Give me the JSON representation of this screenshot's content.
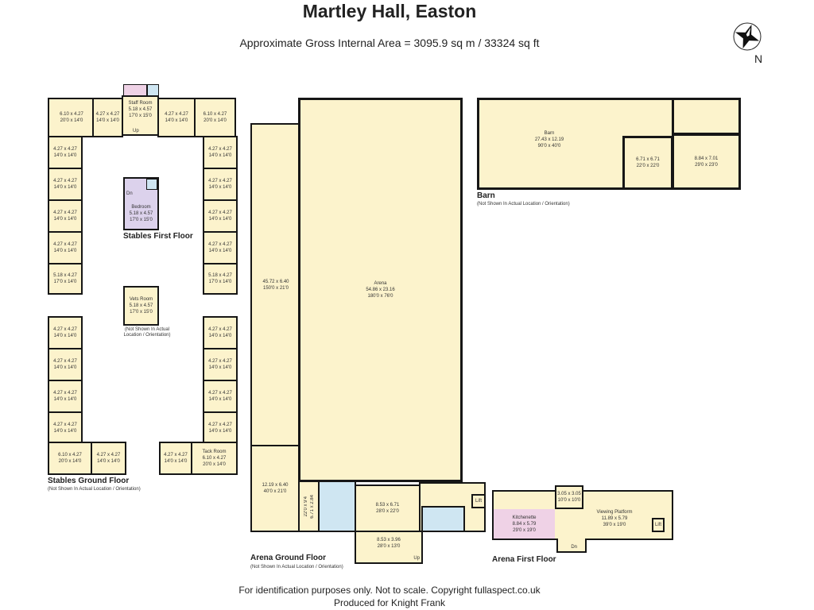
{
  "title": "Martley Hall, Easton",
  "subtitle": "Approximate Gross Internal Area = 3095.9 sq m / 33324 sq ft",
  "compass_label": "N",
  "footer": {
    "line1": "For identification purposes only. Not to scale. Copyright fullaspect.co.uk",
    "line2": "Produced for Knight Frank"
  },
  "colors": {
    "room_fill": "#fcf3cc",
    "bathroom": "#cfe6f2",
    "kitchen": "#efd2e6",
    "bedroom": "#dcd2ec",
    "walls": "#161616"
  },
  "stables_first": {
    "label": "Stables First Floor",
    "top": [
      {
        "name": "",
        "m": "6.10 x 4.27",
        "f": "20'0 x 14'0"
      },
      {
        "name": "",
        "m": "4.27 x 4.27",
        "f": "14'0 x 14'0"
      },
      {
        "name": "Staff Room",
        "m": "5.18 x 4.57",
        "f": "17'0 x 15'0"
      },
      {
        "name": "",
        "m": "4.27 x 4.27",
        "f": "14'0 x 14'0"
      },
      {
        "name": "",
        "m": "6.10 x 4.27",
        "f": "20'0 x 14'0"
      }
    ],
    "left": [
      {
        "m": "4.27 x 4.27",
        "f": "14'0 x 14'0"
      },
      {
        "m": "4.27 x 4.27",
        "f": "14'0 x 14'0"
      },
      {
        "m": "4.27 x 4.27",
        "f": "14'0 x 14'0"
      },
      {
        "m": "4.27 x 4.27",
        "f": "14'0 x 14'0"
      },
      {
        "m": "5.18 x 4.27",
        "f": "17'0 x 14'0"
      }
    ],
    "right": [
      {
        "m": "4.27 x 4.27",
        "f": "14'0 x 14'0"
      },
      {
        "m": "4.27 x 4.27",
        "f": "14'0 x 14'0"
      },
      {
        "m": "4.27 x 4.27",
        "f": "14'0 x 14'0"
      },
      {
        "m": "4.27 x 4.27",
        "f": "14'0 x 14'0"
      },
      {
        "m": "5.18 x 4.27",
        "f": "17'0 x 14'0"
      }
    ],
    "bedroom": {
      "name": "Bedroom",
      "m": "5.18 x 4.57",
      "f": "17'0 x 15'0",
      "stair": "Dn"
    },
    "staff_stair": "Up"
  },
  "vets": {
    "name": "Vets Room",
    "m": "5.18 x 4.57",
    "f": "17'0 x 15'0",
    "note": "(Not Shown In Actual Location / Orientation)"
  },
  "stables_ground": {
    "label": "Stables Ground Floor",
    "note": "(Not Shown In Actual Location / Orientation)",
    "left": [
      {
        "m": "4.27 x 4.27",
        "f": "14'0 x 14'0"
      },
      {
        "m": "4.27 x 4.27",
        "f": "14'0 x 14'0"
      },
      {
        "m": "4.27 x 4.27",
        "f": "14'0 x 14'0"
      },
      {
        "m": "4.27 x 4.27",
        "f": "14'0 x 14'0"
      }
    ],
    "right": [
      {
        "m": "4.27 x 4.27",
        "f": "14'0 x 14'0"
      },
      {
        "m": "4.27 x 4.27",
        "f": "14'0 x 14'0"
      },
      {
        "m": "4.27 x 4.27",
        "f": "14'0 x 14'0"
      },
      {
        "m": "4.27 x 4.27",
        "f": "14'0 x 14'0"
      }
    ],
    "bottom": [
      {
        "name": "",
        "m": "6.10 x 4.27",
        "f": "20'0 x 14'0"
      },
      {
        "name": "",
        "m": "4.27 x 4.27",
        "f": "14'0 x 14'0"
      },
      {
        "name": "",
        "m": "4.27 x 4.27",
        "f": "14'0 x 14'0"
      },
      {
        "name": "Tack Room",
        "m": "6.10 x 4.27",
        "f": "20'0 x 14'0"
      }
    ]
  },
  "arena_ground": {
    "label": "Arena Ground Floor",
    "note": "(Not Shown In Actual Location / Orientation)",
    "corridor": {
      "m": "45.72 x 6.40",
      "f": "150'0 x 21'0"
    },
    "arena": {
      "name": "Arena",
      "m": "54.86 x 23.16",
      "f": "180'0 x 76'0"
    },
    "store": {
      "m": "12.19 x 6.40",
      "f": "40'0 x 21'0"
    },
    "passage": {
      "m": "6.71 x 2.84",
      "f": "22'0 x 9'4"
    },
    "hall": {
      "m": "8.53 x 6.71",
      "f": "28'0 x 22'0"
    },
    "entrance": {
      "m": "8.53 x 3.96",
      "f": "28'0 x 13'0"
    },
    "lift": "Lift",
    "stair": "Up"
  },
  "barn": {
    "label": "Barn",
    "note": "(Not Shown In Actual Location / Orientation)",
    "main": {
      "name": "Barn",
      "m": "27.43 x 12.19",
      "f": "90'0 x 40'0"
    },
    "room1": {
      "m": "6.71 x 6.71",
      "f": "22'0 x 22'0"
    },
    "room2": {
      "m": "8.84 x 7.01",
      "f": "29'0 x 23'0"
    }
  },
  "arena_first": {
    "label": "Arena First Floor",
    "kitchenette": {
      "name": "Kitchenette",
      "m": "8.84 x 5.79",
      "f": "29'0 x 19'0"
    },
    "office": {
      "m": "3.05 x 3.05",
      "f": "10'0 x 10'0"
    },
    "viewing": {
      "name": "Viewing Platform",
      "m": "11.89 x 5.79",
      "f": "39'0 x 19'0"
    },
    "lift": "Lift",
    "stair": "Dn"
  }
}
